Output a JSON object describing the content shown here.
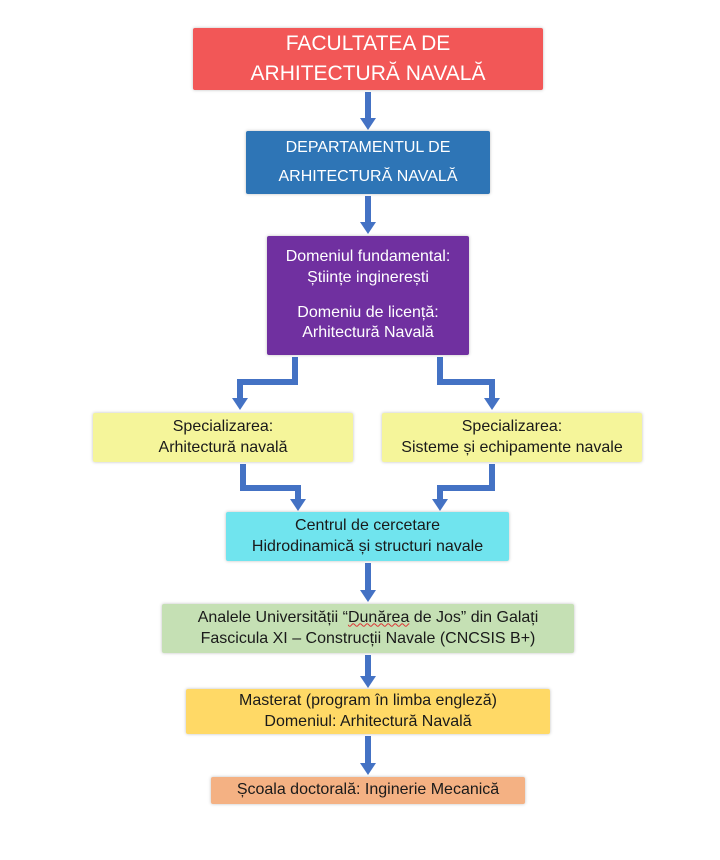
{
  "colors": {
    "faculty": "#f25757",
    "department": "#2e75b6",
    "domain": "#7030a0",
    "specialization": "#f5f59a",
    "research": "#70e4ee",
    "journal": "#c5e0b4",
    "masters": "#ffd966",
    "doctoral": "#f4b183",
    "arrow": "#4472c4"
  },
  "faculty": {
    "line1": "FACULTATEA DE",
    "line2": "ARHITECTURĂ NAVALĂ"
  },
  "department": {
    "line1": "DEPARTAMENTUL DE",
    "line2": "ARHITECTURĂ NAVALĂ"
  },
  "domain": {
    "fundamental_label": "Domeniul fundamental:",
    "fundamental_value": "Științe inginerești",
    "license_label": "Domeniu de licență:",
    "license_value": "Arhitectură Navală"
  },
  "specializations": [
    {
      "label": "Specializarea:",
      "value": "Arhitectură navală"
    },
    {
      "label": "Specializarea:",
      "value": "Sisteme și echipamente navale"
    }
  ],
  "research_center": {
    "line1": "Centrul de cercetare",
    "line2": "Hidrodinamică și structuri navale"
  },
  "journal": {
    "line1_pre": "Analele Universității “",
    "line1_mark": "Dunărea",
    "line1_post": " de Jos” din Galați",
    "line2": "Fascicula XI – Construcții Navale (CNCSIS B+)"
  },
  "masters": {
    "line1": "Masterat (program în limba engleză)",
    "line2": "Domeniul: Arhitectură Navală"
  },
  "doctoral": {
    "line1": "Școala doctorală: Inginerie Mecanică"
  }
}
